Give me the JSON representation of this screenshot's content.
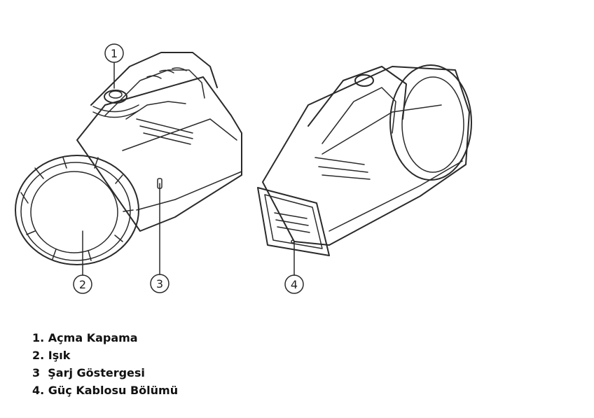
{
  "callouts": [
    {
      "number": "1",
      "name": "power-button"
    },
    {
      "number": "2",
      "name": "lens"
    },
    {
      "number": "3",
      "name": "charge-indicator"
    },
    {
      "number": "4",
      "name": "power-cord-compartment"
    }
  ],
  "legend": [
    "1. Açma Kapama",
    "2. Işık",
    "3  Şarj Göstergesi",
    "4. Güç Kablosu Bölümü"
  ]
}
